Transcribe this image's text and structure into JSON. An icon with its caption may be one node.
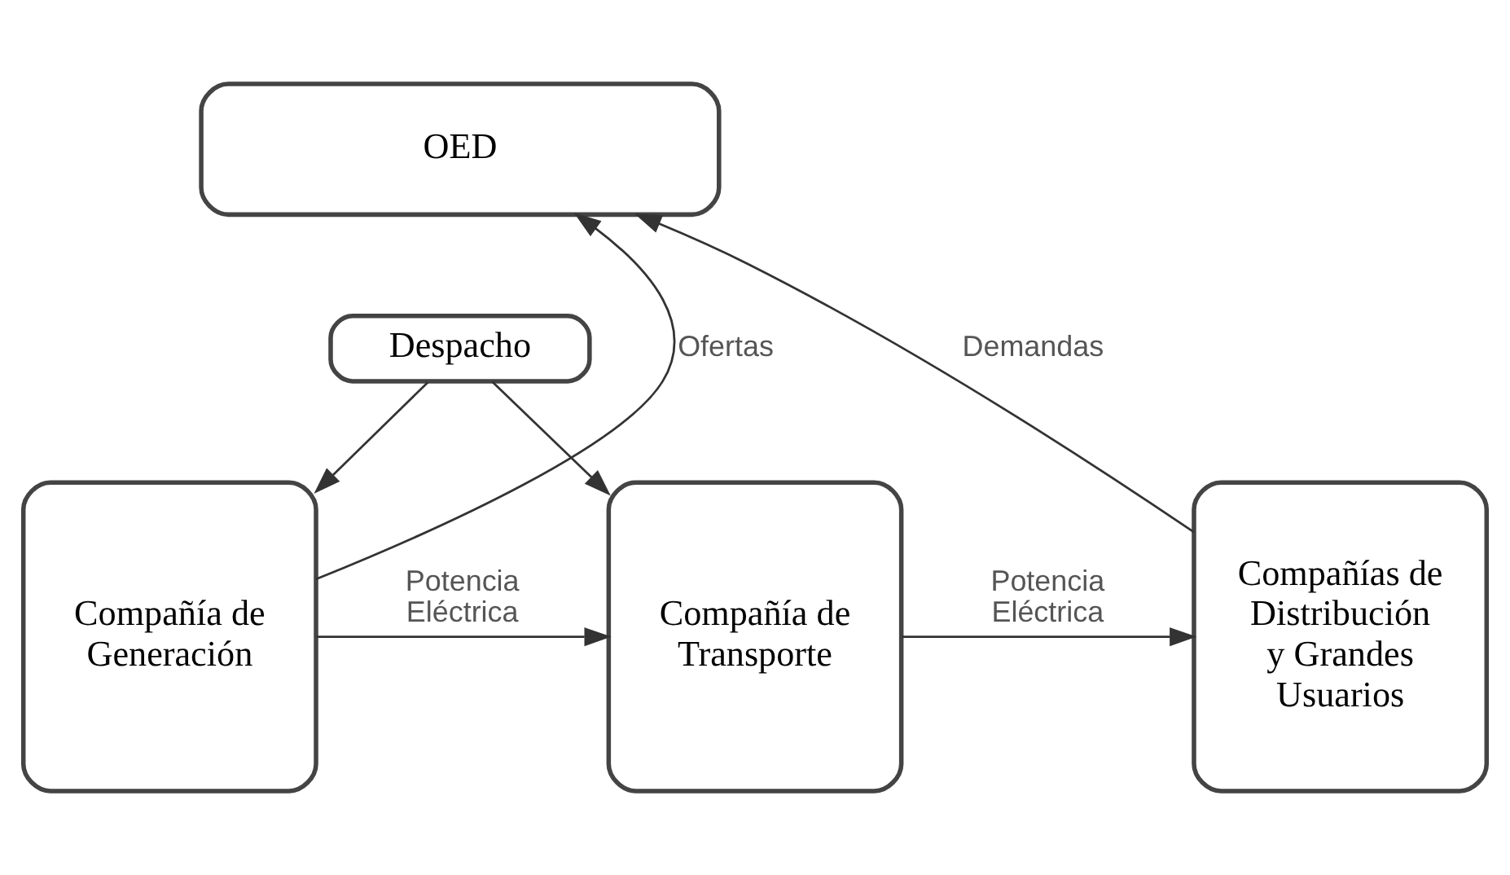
{
  "diagram": {
    "nodes": [
      {
        "text": [
          "OED"
        ]
      },
      {
        "text": [
          "Despacho"
        ]
      },
      {
        "text": [
          "Compañía de Generación"
        ]
      },
      {
        "text": [
          "Compañía de Transporte"
        ]
      },
      {
        "text": [
          "Compañías de Distribución y Grandes Usuarios"
        ]
      }
    ],
    "edges": [
      {
        "from": 2,
        "to": 0,
        "arrow": "to",
        "label": "Ofertas"
      },
      {
        "from": 4,
        "to": 0,
        "arrow": "to",
        "label": "Demandas"
      },
      {
        "from": 1,
        "to": 2,
        "arrow": "to"
      },
      {
        "from": 1,
        "to": 3,
        "arrow": "to"
      },
      {
        "from": 2,
        "to": 3,
        "arrow": "to",
        "label": "Potencia Eléctrica"
      },
      {
        "from": 3,
        "to": 4,
        "arrow": "to",
        "label": "Potencia Eléctrica"
      }
    ]
  }
}
